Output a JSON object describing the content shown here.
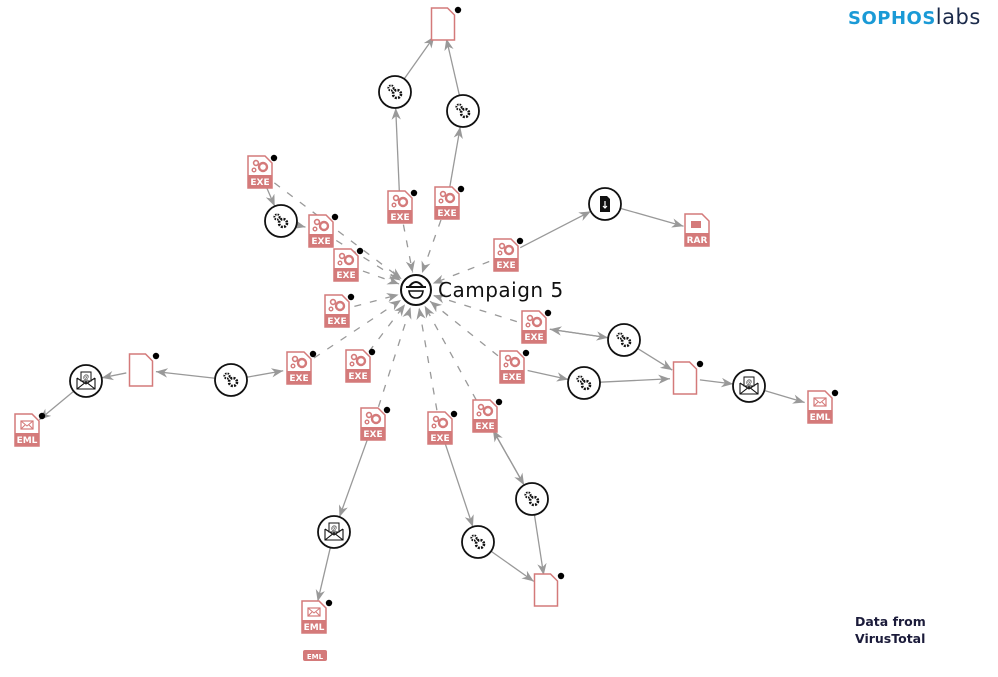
{
  "logo": {
    "part1": "SOPHOS",
    "part2": "labs"
  },
  "credit": {
    "line1": "Data from",
    "line2": "VirusTotal"
  },
  "center": {
    "label": "Campaign 5",
    "icon": "spy-icon"
  },
  "file_types": {
    "exe": "EXE",
    "rar": "RAR",
    "eml": "EML"
  },
  "orphan_badge": "EML",
  "colors": {
    "file": "#d47a7a",
    "edge": "#999999",
    "node_stroke": "#111111",
    "logo_blue": "#1a9ad6",
    "logo_dark": "#1b2a4a"
  }
}
